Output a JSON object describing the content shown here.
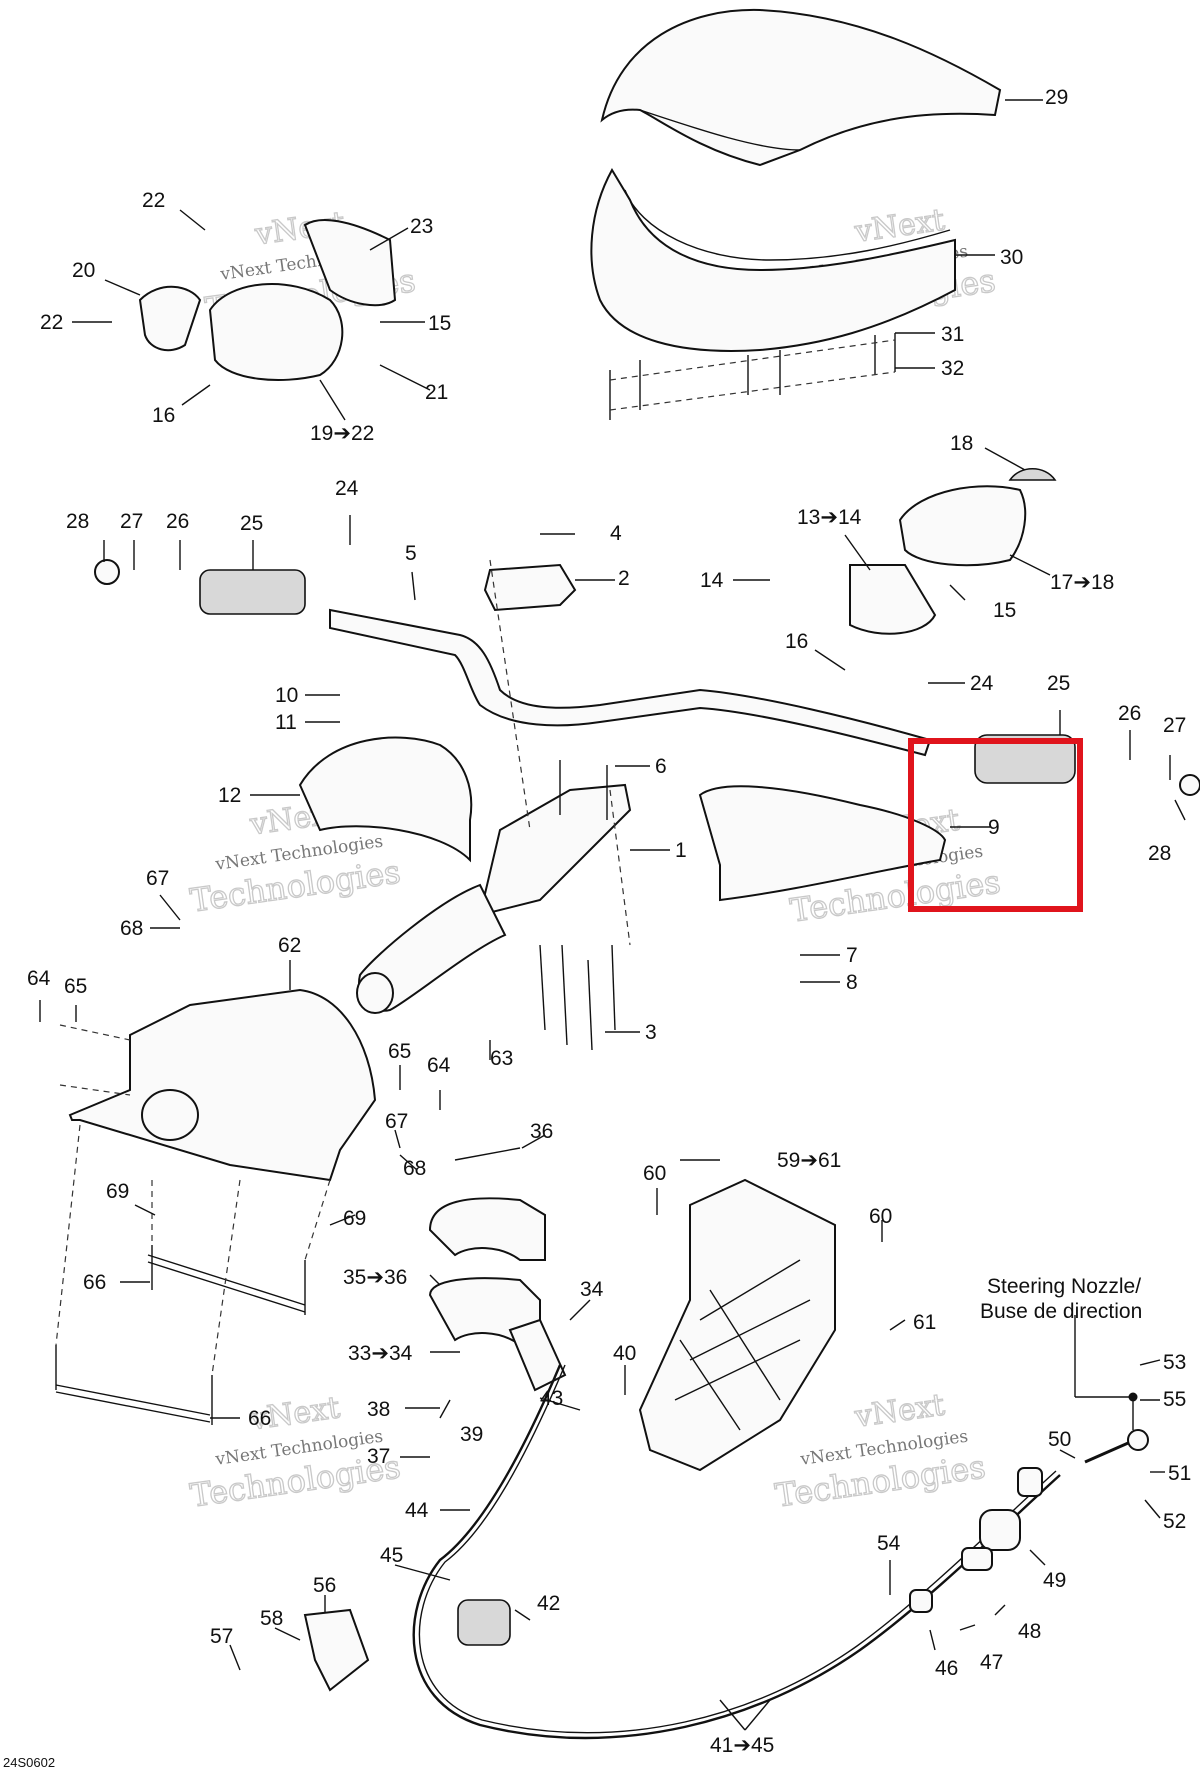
{
  "diagram": {
    "code": "24S0602",
    "steering_note_line1": "Steering Nozzle/",
    "steering_note_line2": "Buse de direction",
    "watermark_line1": "vNext",
    "watermark_line2": "vNext Technologies",
    "watermark_line3": "Technologies",
    "highlight_color": "#e0141c",
    "callouts": [
      {
        "id": "c29",
        "text": "29"
      },
      {
        "id": "c30",
        "text": "30"
      },
      {
        "id": "c31",
        "text": "31"
      },
      {
        "id": "c32",
        "text": "32"
      },
      {
        "id": "c22a",
        "text": "22"
      },
      {
        "id": "c23",
        "text": "23"
      },
      {
        "id": "c20",
        "text": "20"
      },
      {
        "id": "c22b",
        "text": "22"
      },
      {
        "id": "c15a",
        "text": "15"
      },
      {
        "id": "c21",
        "text": "21"
      },
      {
        "id": "c16a",
        "text": "16"
      },
      {
        "id": "c19",
        "text": "19➔22"
      },
      {
        "id": "c18",
        "text": "18"
      },
      {
        "id": "c13",
        "text": "13➔14"
      },
      {
        "id": "c14",
        "text": "14"
      },
      {
        "id": "c17",
        "text": "17➔18"
      },
      {
        "id": "c15b",
        "text": "15"
      },
      {
        "id": "c16b",
        "text": "16"
      },
      {
        "id": "c24a",
        "text": "24"
      },
      {
        "id": "c28a",
        "text": "28"
      },
      {
        "id": "c27a",
        "text": "27"
      },
      {
        "id": "c26a",
        "text": "26"
      },
      {
        "id": "c25a",
        "text": "25"
      },
      {
        "id": "c5",
        "text": "5"
      },
      {
        "id": "c4",
        "text": "4"
      },
      {
        "id": "c2",
        "text": "2"
      },
      {
        "id": "c24b",
        "text": "24"
      },
      {
        "id": "c25b",
        "text": "25"
      },
      {
        "id": "c26b",
        "text": "26"
      },
      {
        "id": "c27b",
        "text": "27"
      },
      {
        "id": "c28b",
        "text": "28"
      },
      {
        "id": "c9",
        "text": "9"
      },
      {
        "id": "c10",
        "text": "10"
      },
      {
        "id": "c11",
        "text": "11"
      },
      {
        "id": "c12",
        "text": "12"
      },
      {
        "id": "c6",
        "text": "6"
      },
      {
        "id": "c1",
        "text": "1"
      },
      {
        "id": "c67a",
        "text": "67"
      },
      {
        "id": "c68a",
        "text": "68"
      },
      {
        "id": "c62",
        "text": "62"
      },
      {
        "id": "c7",
        "text": "7"
      },
      {
        "id": "c8",
        "text": "8"
      },
      {
        "id": "c64a",
        "text": "64"
      },
      {
        "id": "c65a",
        "text": "65"
      },
      {
        "id": "c3",
        "text": "3"
      },
      {
        "id": "c63",
        "text": "63"
      },
      {
        "id": "c65b",
        "text": "65"
      },
      {
        "id": "c64b",
        "text": "64"
      },
      {
        "id": "c67b",
        "text": "67"
      },
      {
        "id": "c68b",
        "text": "68"
      },
      {
        "id": "c36",
        "text": "36"
      },
      {
        "id": "c59",
        "text": "59➔61"
      },
      {
        "id": "c60a",
        "text": "60"
      },
      {
        "id": "c60b",
        "text": "60"
      },
      {
        "id": "c69a",
        "text": "69"
      },
      {
        "id": "c69b",
        "text": "69"
      },
      {
        "id": "c66a",
        "text": "66"
      },
      {
        "id": "c35",
        "text": "35➔36"
      },
      {
        "id": "c34",
        "text": "34"
      },
      {
        "id": "c33",
        "text": "33➔34"
      },
      {
        "id": "c61",
        "text": "61"
      },
      {
        "id": "c40",
        "text": "40"
      },
      {
        "id": "c66b",
        "text": "66"
      },
      {
        "id": "c38",
        "text": "38"
      },
      {
        "id": "c39",
        "text": "39"
      },
      {
        "id": "c43",
        "text": "43"
      },
      {
        "id": "c37",
        "text": "37"
      },
      {
        "id": "c53",
        "text": "53"
      },
      {
        "id": "c55",
        "text": "55"
      },
      {
        "id": "c50",
        "text": "50"
      },
      {
        "id": "c51",
        "text": "51"
      },
      {
        "id": "c52",
        "text": "52"
      },
      {
        "id": "c44",
        "text": "44"
      },
      {
        "id": "c45",
        "text": "45"
      },
      {
        "id": "c54",
        "text": "54"
      },
      {
        "id": "c49",
        "text": "49"
      },
      {
        "id": "c42",
        "text": "42"
      },
      {
        "id": "c56",
        "text": "56"
      },
      {
        "id": "c58",
        "text": "58"
      },
      {
        "id": "c57",
        "text": "57"
      },
      {
        "id": "c48",
        "text": "48"
      },
      {
        "id": "c47",
        "text": "47"
      },
      {
        "id": "c46",
        "text": "46"
      },
      {
        "id": "c4145",
        "text": "41➔45"
      }
    ]
  }
}
